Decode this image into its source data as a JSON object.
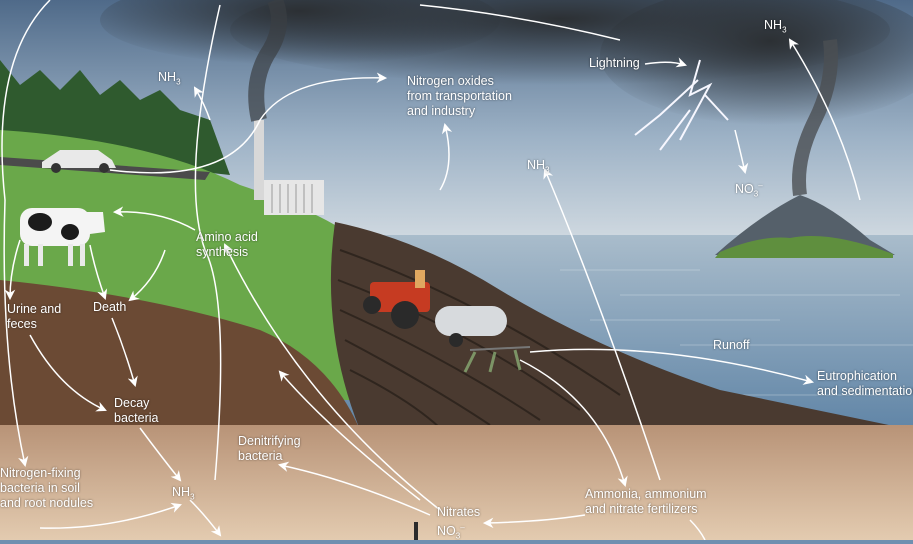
{
  "colors": {
    "sky_top": "#5a7694",
    "sky_bottom": "#c7d3dd",
    "cloud": "#3c4146",
    "grass": "#6aa84a",
    "soil": "#6b4a34",
    "field": "#4a3a30",
    "ocean": "#7f9fba",
    "ground": "#c9a98a",
    "arrow": "#ffffff"
  },
  "labels": {
    "nh3_top_right": {
      "base": "NH",
      "sub": "3"
    },
    "lightning": "Lightning",
    "no3_lightning": {
      "base": "NO",
      "sub": "3",
      "sup": "–"
    },
    "nh3_left": {
      "base": "NH",
      "sub": "3"
    },
    "nitrogen_oxides": [
      "Nitrogen oxides",
      "from transportation",
      "and industry"
    ],
    "nh3_center": {
      "base": "NH",
      "sub": "3"
    },
    "amino_acid": [
      "Amino acid",
      "synthesis"
    ],
    "urine_feces": [
      "Urine and",
      "feces"
    ],
    "death": "Death",
    "decay_bacteria": [
      "Decay",
      "bacteria"
    ],
    "denitrifying": [
      "Denitrifying",
      "bacteria"
    ],
    "runoff": "Runoff",
    "eutrophication": [
      "Eutrophication",
      "and sedimentation"
    ],
    "nitrogen_fixing": [
      "Nitrogen-fixing",
      "bacteria in soil",
      "and root nodules"
    ],
    "nh3_bottom": {
      "base": "NH",
      "sub": "3"
    },
    "nitrates": {
      "line1": "Nitrates",
      "base": "NO",
      "sub": "3",
      "sup": "–"
    },
    "fertilizers": [
      "Ammonia, ammonium",
      "and nitrate fertilizers"
    ]
  }
}
